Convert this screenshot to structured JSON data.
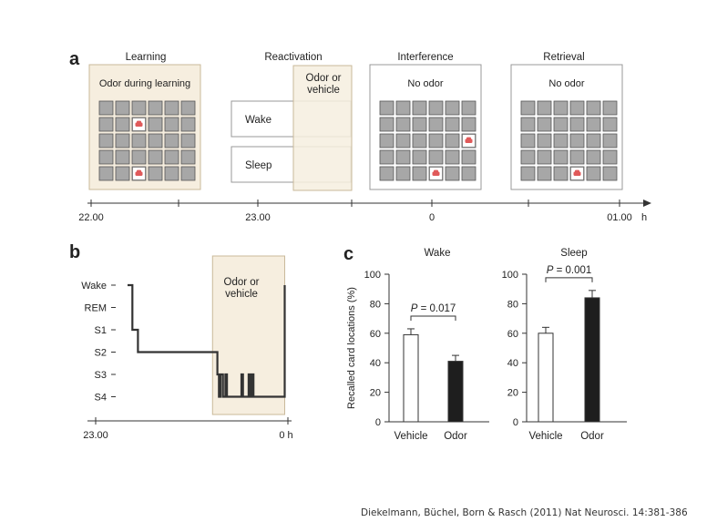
{
  "panel_a": {
    "label": "a",
    "phases": [
      {
        "title": "Learning",
        "box_text": "Odor during learning",
        "odor": true,
        "cars": [
          [
            1,
            2
          ],
          [
            4,
            2
          ]
        ]
      },
      {
        "title": "Reactivation",
        "box_text": "Odor or\nvehicle",
        "conditions": [
          "Wake",
          "Sleep"
        ]
      },
      {
        "title": "Interference",
        "box_text": "No odor",
        "odor": false,
        "cars": [
          [
            2,
            5
          ],
          [
            4,
            3
          ]
        ]
      },
      {
        "title": "Retrieval",
        "box_text": "No odor",
        "odor": false,
        "cars": [
          [
            4,
            3
          ]
        ]
      }
    ],
    "timeline": {
      "ticks": [
        "22.00",
        "23.00",
        "0",
        "01.00"
      ],
      "unit": "h"
    },
    "colors": {
      "odor_fill": "#f6eedf",
      "odor_border": "#c9b99a",
      "card": "#a7a7a7",
      "car": "#e05a5a"
    },
    "card_icon": "car-icon"
  },
  "panel_b": {
    "label": "b",
    "box_text": "Odor or\nvehicle",
    "stages": [
      "Wake",
      "REM",
      "S1",
      "S2",
      "S3",
      "S4"
    ],
    "x_start": "23.00",
    "x_end": "0 h"
  },
  "panel_c": {
    "label": "c",
    "ylabel": "Recalled card locations (%)"
  },
  "chart_data": [
    {
      "type": "bar",
      "title": "Wake",
      "categories": [
        "Vehicle",
        "Odor"
      ],
      "values": [
        59,
        41
      ],
      "errors": [
        4,
        4
      ],
      "colors": [
        "#ffffff",
        "#1e1e1e"
      ],
      "annotation": "P = 0.017",
      "ylim": [
        0,
        100
      ],
      "yticks": [
        0,
        20,
        40,
        60,
        80,
        100
      ],
      "ylabel": "Recalled card locations (%)",
      "xlabel": ""
    },
    {
      "type": "bar",
      "title": "Sleep",
      "categories": [
        "Vehicle",
        "Odor"
      ],
      "values": [
        60,
        84
      ],
      "errors": [
        4,
        5
      ],
      "colors": [
        "#ffffff",
        "#1e1e1e"
      ],
      "annotation": "P = 0.001",
      "ylim": [
        0,
        100
      ],
      "yticks": [
        0,
        20,
        40,
        60,
        80,
        100
      ],
      "ylabel": "",
      "xlabel": ""
    },
    {
      "type": "line",
      "title": "",
      "xlabel": "",
      "ylabel": "",
      "y_categories": [
        "Wake",
        "REM",
        "S1",
        "S2",
        "S3",
        "S4"
      ],
      "x_ticks": [
        "23.00",
        "0 h"
      ],
      "odor_period_fraction": [
        0.53,
        0.98
      ],
      "hypnogram": [
        [
          0.0,
          0
        ],
        [
          0.03,
          0
        ],
        [
          0.03,
          2
        ],
        [
          0.065,
          2
        ],
        [
          0.065,
          3
        ],
        [
          0.56,
          3
        ],
        [
          0.56,
          4
        ],
        [
          0.57,
          4
        ],
        [
          0.57,
          5
        ],
        [
          0.58,
          5
        ],
        [
          0.58,
          4
        ],
        [
          0.595,
          4
        ],
        [
          0.595,
          5
        ],
        [
          0.61,
          5
        ],
        [
          0.61,
          4
        ],
        [
          0.62,
          4
        ],
        [
          0.62,
          5
        ],
        [
          0.71,
          5
        ],
        [
          0.71,
          4
        ],
        [
          0.72,
          4
        ],
        [
          0.72,
          5
        ],
        [
          0.755,
          5
        ],
        [
          0.755,
          4
        ],
        [
          0.765,
          4
        ],
        [
          0.765,
          5
        ],
        [
          0.775,
          5
        ],
        [
          0.775,
          4
        ],
        [
          0.785,
          4
        ],
        [
          0.785,
          5
        ],
        [
          0.98,
          5
        ],
        [
          0.98,
          0
        ]
      ]
    }
  ],
  "citation": "Diekelmann, Büchel, Born & Rasch (2011) Nat Neurosci. 14:381-386"
}
